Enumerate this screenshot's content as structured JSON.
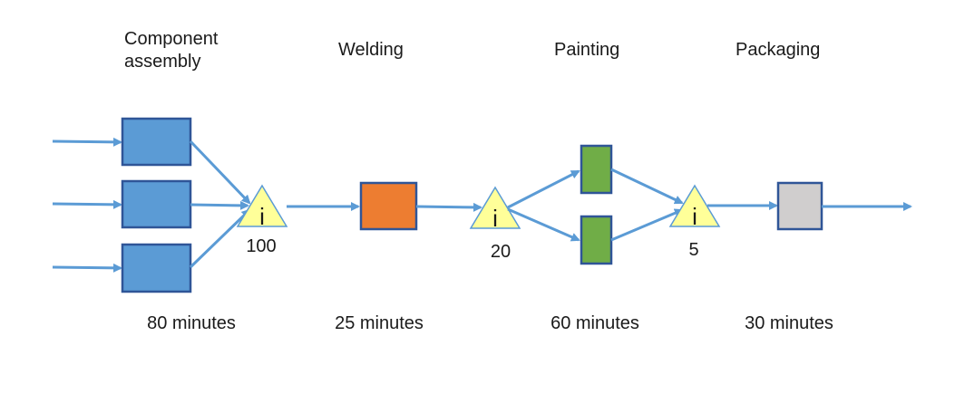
{
  "stages": [
    {
      "id": "assembly",
      "title_line1": "Component",
      "title_line2": "assembly",
      "time": "80 minutes",
      "box_color": "#5b9bd5"
    },
    {
      "id": "welding",
      "title_line1": "Welding",
      "title_line2": "",
      "time": "25 minutes",
      "box_color": "#ed7d31"
    },
    {
      "id": "painting",
      "title_line1": "Painting",
      "title_line2": "",
      "time": "60 minutes",
      "box_color": "#70ad47"
    },
    {
      "id": "packaging",
      "title_line1": "Packaging",
      "title_line2": "",
      "time": "30 minutes",
      "box_color": "#d0cece"
    }
  ],
  "inventories": [
    {
      "symbol": "i",
      "quantity": "100"
    },
    {
      "symbol": "i",
      "quantity": "20"
    },
    {
      "symbol": "i",
      "quantity": "5"
    }
  ],
  "colors": {
    "arrow": "#5b9bd5",
    "box_stroke": "#2f5597",
    "triangle_fill": "#ffff99",
    "triangle_stroke": "#5b9bd5"
  }
}
